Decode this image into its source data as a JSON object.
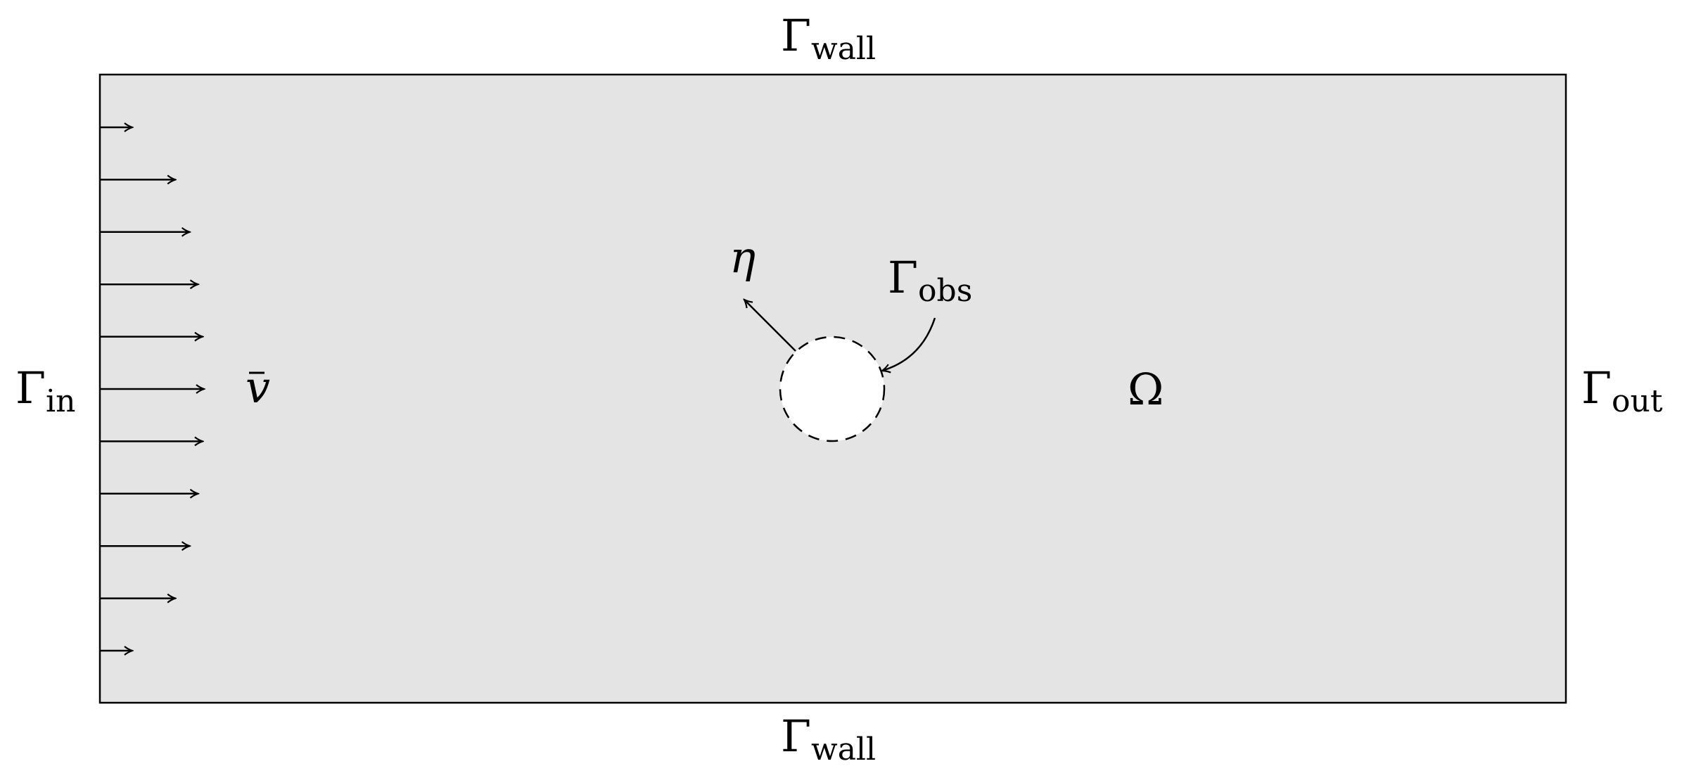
{
  "diagram": {
    "domain_fill": "#e4e4e4",
    "stroke": "#000000",
    "obstacle_fill": "#ffffff",
    "labels": {
      "wall_top": {
        "symbol": "Γ",
        "sub": "wall"
      },
      "wall_bottom": {
        "symbol": "Γ",
        "sub": "wall"
      },
      "inlet": {
        "symbol": "Γ",
        "sub": "in"
      },
      "outlet": {
        "symbol": "Γ",
        "sub": "out"
      },
      "obstacle": {
        "symbol": "Γ",
        "sub": "obs"
      },
      "domain": "Ω",
      "velocity": "v",
      "normal": "η"
    },
    "inflow_arrow_count": 11
  }
}
